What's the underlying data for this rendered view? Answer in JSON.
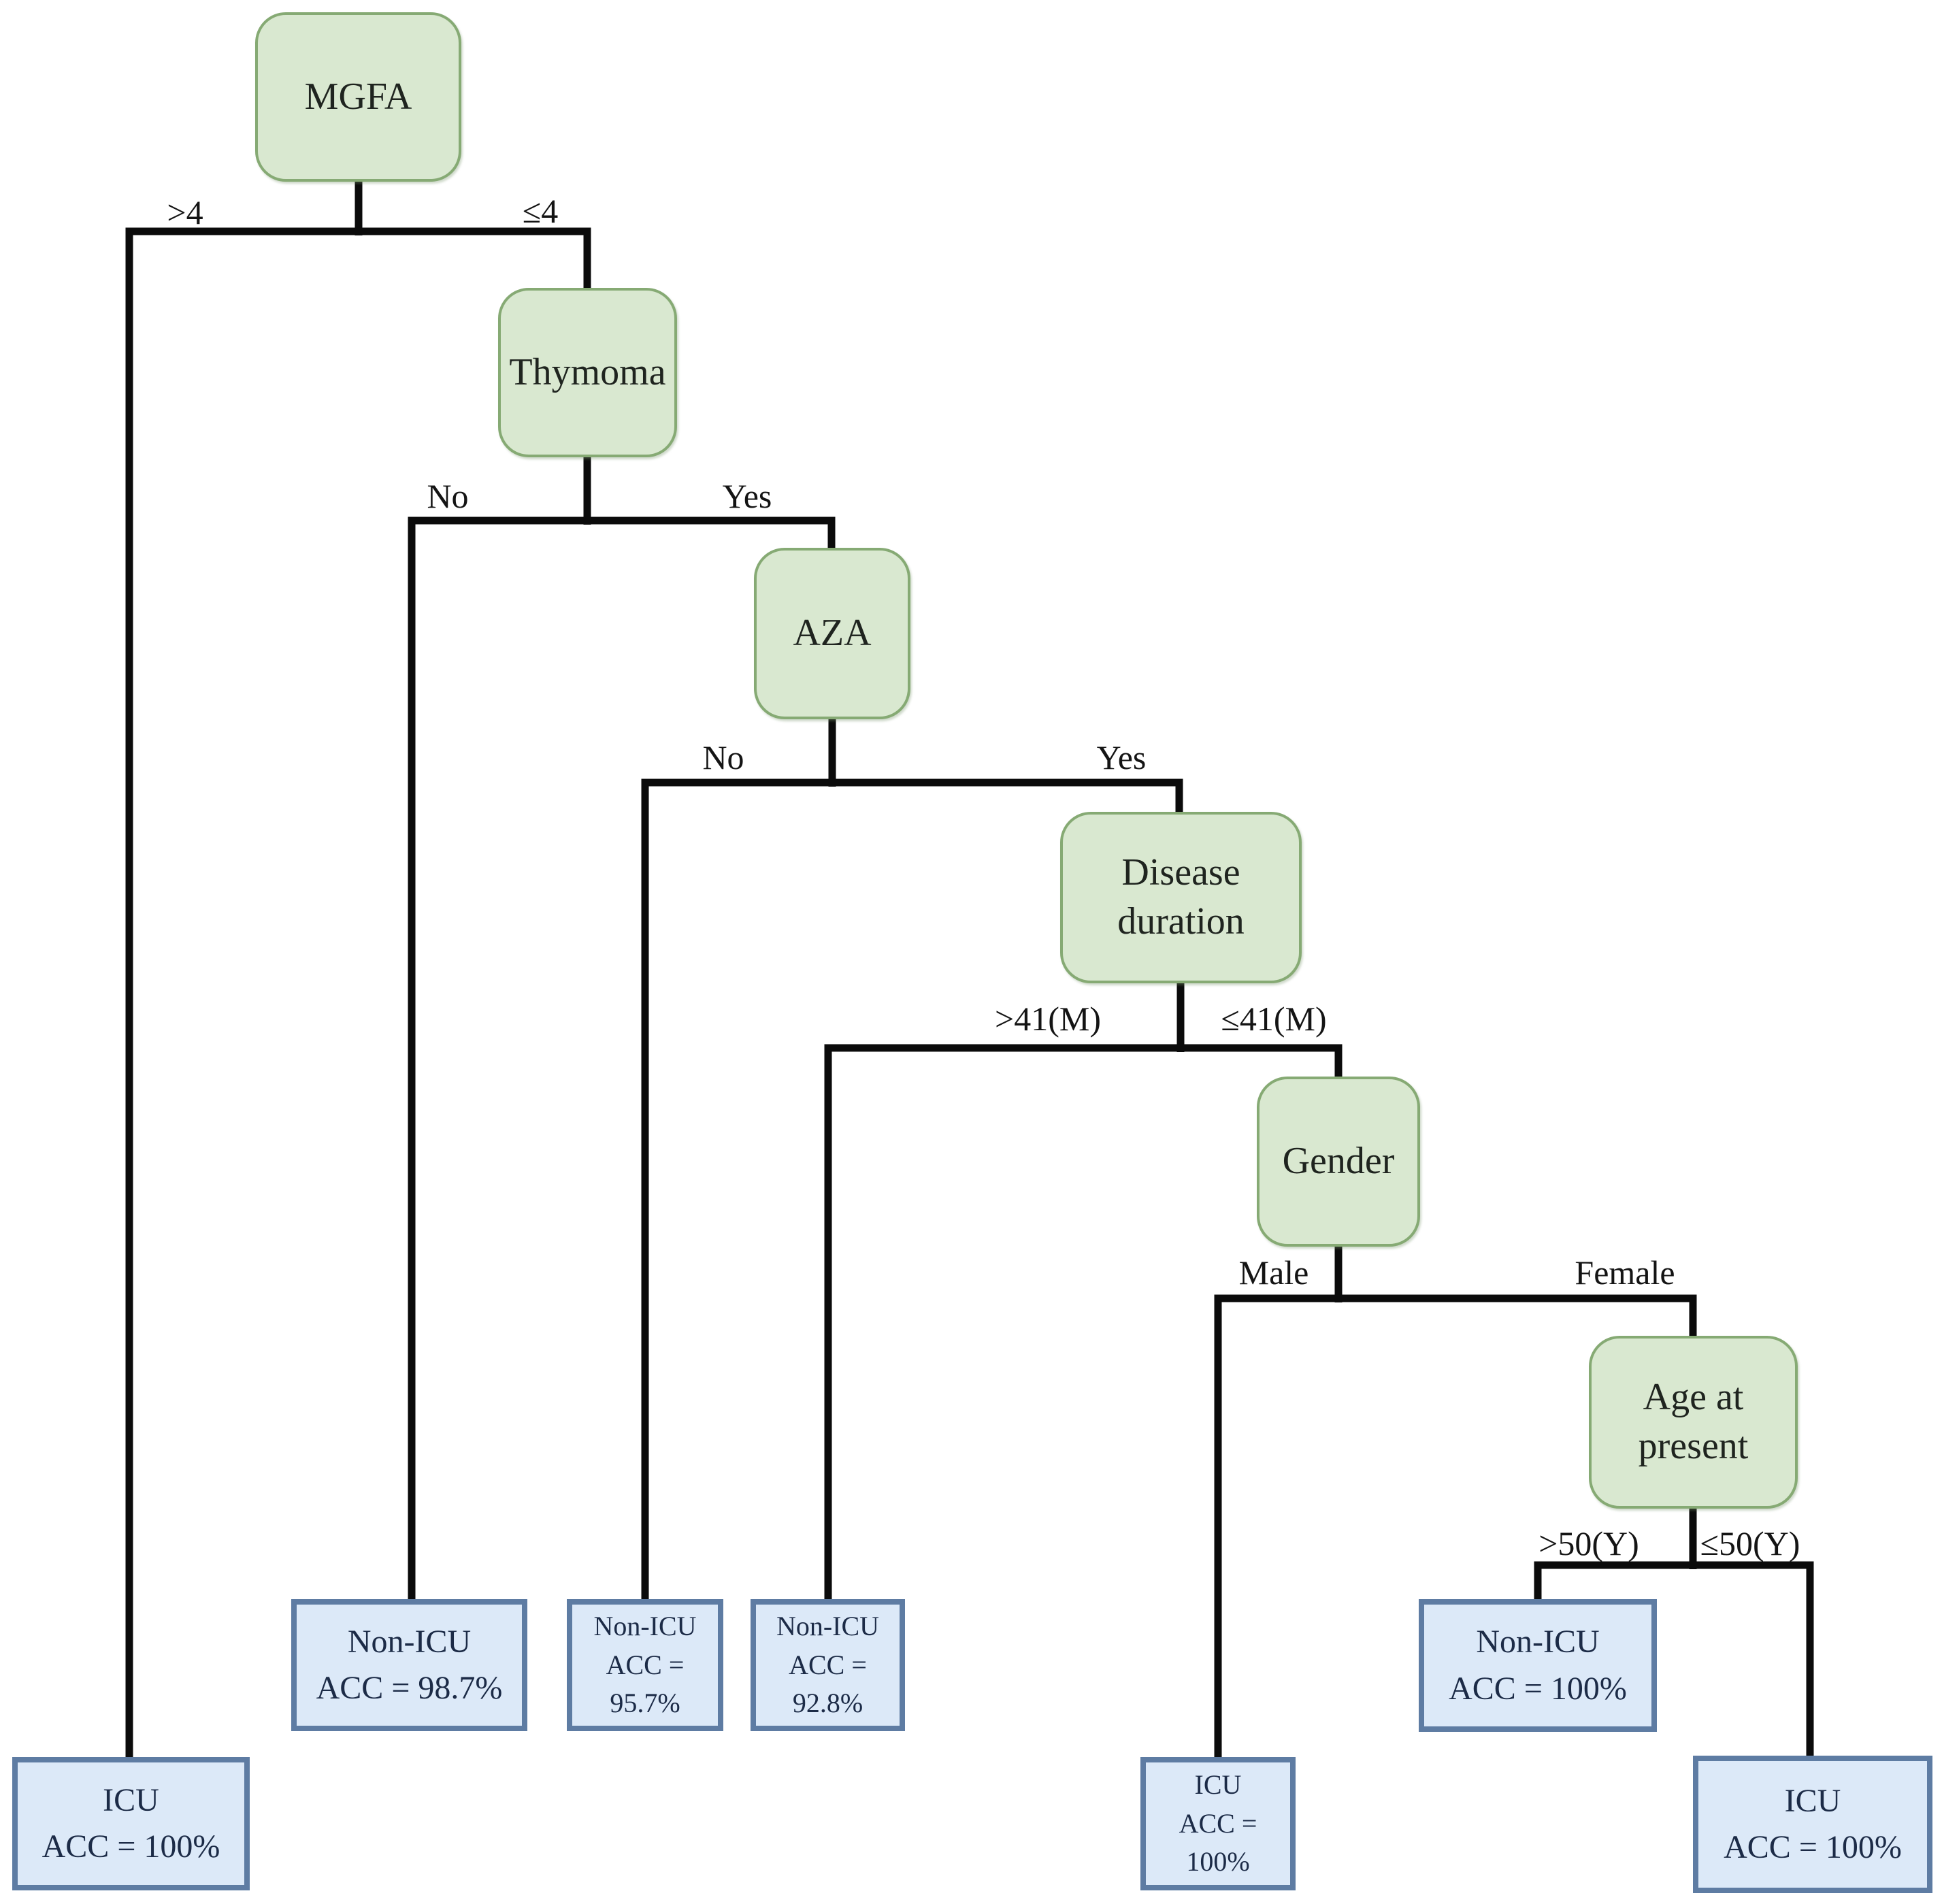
{
  "diagram": {
    "type": "decision-tree",
    "topic": "ICU admission prediction decision tree",
    "colors": {
      "background": "#ffffff",
      "decision_node_fill": "#d9e8d0",
      "decision_node_border": "#86aa74",
      "leaf_fill": "#dce9f8",
      "leaf_border": "#5e7ca3",
      "connector_line": "#0b0b0b",
      "node_text": "#1f241f",
      "leaf_text": "#1c2b47",
      "edge_label_text": "#141414"
    },
    "nodes": {
      "mgfa": {
        "label": "MGFA"
      },
      "thymoma": {
        "label": "Thymoma"
      },
      "aza": {
        "label": "AZA"
      },
      "disease_duration": {
        "label": "Disease duration"
      },
      "gender": {
        "label": "Gender"
      },
      "age_at_present": {
        "label": "Age at present"
      }
    },
    "edges": {
      "mgfa": {
        "left": ">4",
        "right": "≤4"
      },
      "thymoma": {
        "left": "No",
        "right": "Yes"
      },
      "aza": {
        "left": "No",
        "right": "Yes"
      },
      "disease_duration": {
        "left": ">41(M)",
        "right": "≤41(M)"
      },
      "gender": {
        "left": "Male",
        "right": "Female"
      },
      "age_at_present": {
        "left": ">50(Y)",
        "right": "≤50(Y)"
      }
    },
    "leaves": {
      "mgfa_gt4": {
        "outcome": "ICU",
        "accuracy": "ACC = 100%"
      },
      "thymoma_no": {
        "outcome": "Non-ICU",
        "accuracy": "ACC = 98.7%"
      },
      "aza_no": {
        "outcome": "Non-ICU",
        "accuracy": "ACC = 95.7%"
      },
      "dd_gt41": {
        "outcome": "Non-ICU",
        "accuracy": "ACC = 92.8%"
      },
      "gender_male": {
        "outcome": "ICU",
        "accuracy": "ACC = 100%"
      },
      "age_gt50": {
        "outcome": "Non-ICU",
        "accuracy": "ACC = 100%"
      },
      "age_le50": {
        "outcome": "ICU",
        "accuracy": "ACC = 100%"
      }
    }
  }
}
